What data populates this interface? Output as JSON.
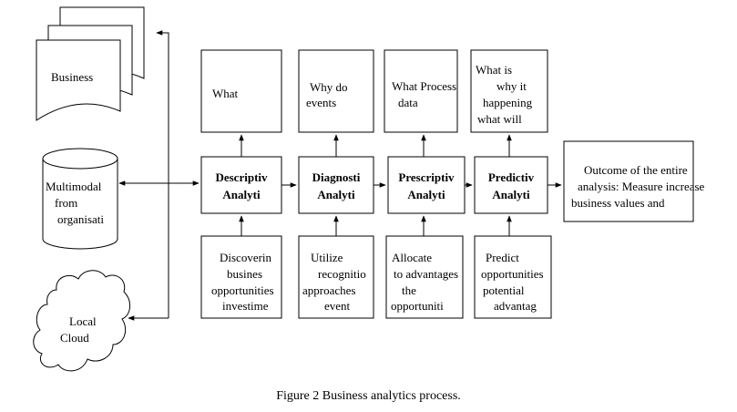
{
  "sources": {
    "business": "Business",
    "multimodal": [
      "Multimodal",
      "from",
      "organisati"
    ],
    "cloud": [
      "Local",
      "Cloud"
    ]
  },
  "stages": [
    {
      "id": "descriptive",
      "label": [
        "Descriptiv",
        "Analyti"
      ],
      "question": [
        "What"
      ],
      "action": [
        "Discoverin",
        "busines",
        "opportunities",
        "investime"
      ]
    },
    {
      "id": "diagnostic",
      "label": [
        "Diagnosti",
        "Analyti"
      ],
      "question": [
        "Why do",
        "events"
      ],
      "action": [
        "Utilize",
        "recognitio",
        "approaches",
        "event"
      ]
    },
    {
      "id": "prescriptive",
      "label": [
        "Prescriptiv",
        "Analyti"
      ],
      "question": [
        "What Process",
        "data"
      ],
      "action": [
        "Allocate",
        "to advantages",
        "the",
        "opportuniti"
      ]
    },
    {
      "id": "predictive",
      "label": [
        "Predictiv",
        "Analyti"
      ],
      "question": [
        "What is",
        "why it",
        "happening",
        "what will"
      ],
      "action": [
        "Predict",
        "opportunities",
        "potential",
        "advantag"
      ]
    }
  ],
  "outcome": [
    "Outcome of the entire",
    "analysis: Measure increase",
    "business values and"
  ],
  "caption": "Figure 2 Business analytics process."
}
